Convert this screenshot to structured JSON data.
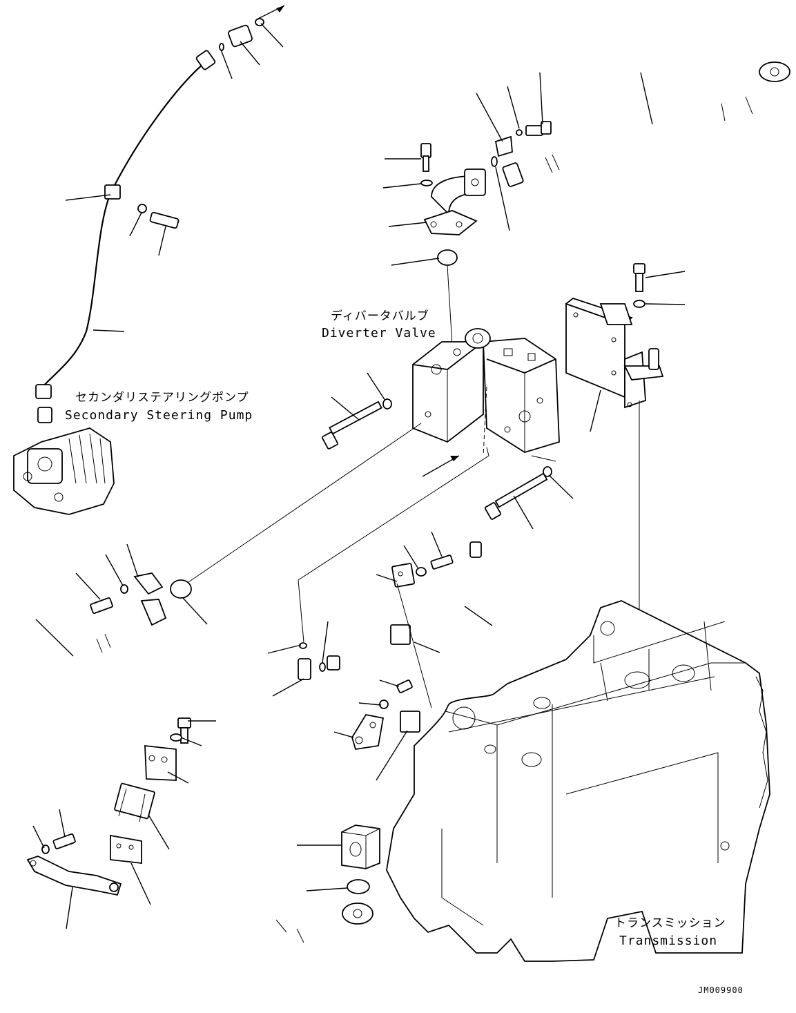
{
  "labels": {
    "diverter_valve_jp": "ディバータバルブ",
    "diverter_valve_en": "Diverter Valve",
    "secondary_pump_jp": "セカンダリステアリングポンプ",
    "secondary_pump_en": "Secondary Steering Pump",
    "transmission_jp": "トランスミッション",
    "transmission_en": "Transmission",
    "drawing_code": "JM009900"
  }
}
